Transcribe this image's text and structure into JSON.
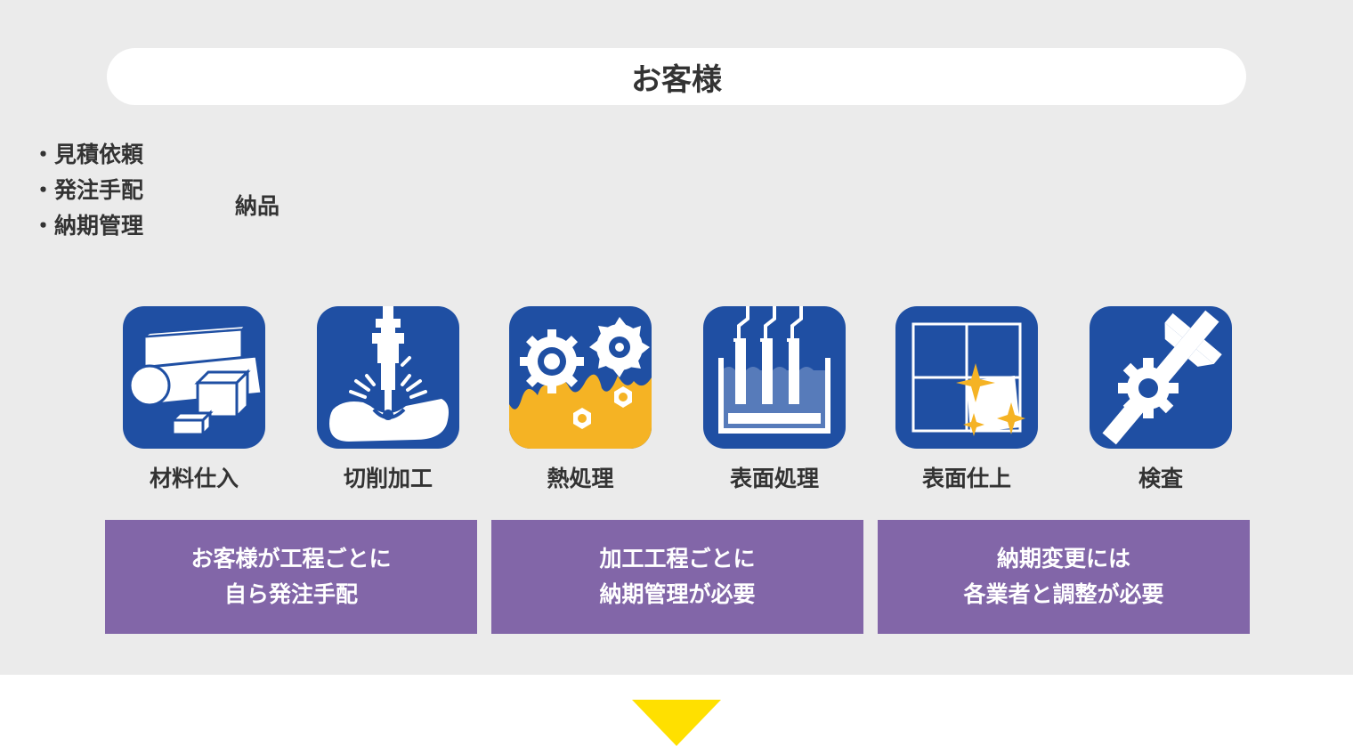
{
  "header": {
    "customer_label": "お客様"
  },
  "client_tasks": [
    "・見積依頼",
    "・発注手配",
    "・納期管理"
  ],
  "delivery_label": "納品",
  "processes": [
    {
      "label": "材料仕入",
      "icon": "material-stock-icon"
    },
    {
      "label": "切削加工",
      "icon": "cutting-icon"
    },
    {
      "label": "熱処理",
      "icon": "heat-treatment-icon"
    },
    {
      "label": "表面処理",
      "icon": "surface-treatment-icon"
    },
    {
      "label": "表面仕上",
      "icon": "surface-finishing-icon"
    },
    {
      "label": "検査",
      "icon": "inspection-icon"
    }
  ],
  "issues": [
    {
      "line1": "お客様が工程ごとに",
      "line2": "自ら発注手配"
    },
    {
      "line1": "加工工程ごとに",
      "line2": "納期管理が必要"
    },
    {
      "line1": "納期変更には",
      "line2": "各業者と調整が必要"
    }
  ],
  "colors": {
    "panel_bg": "#ebebeb",
    "icon_bg": "#1f4fa3",
    "flame": "#f5b324",
    "sparkle": "#f5b324",
    "issue_bg": "#8266a8",
    "arrow": "#ffe000"
  }
}
